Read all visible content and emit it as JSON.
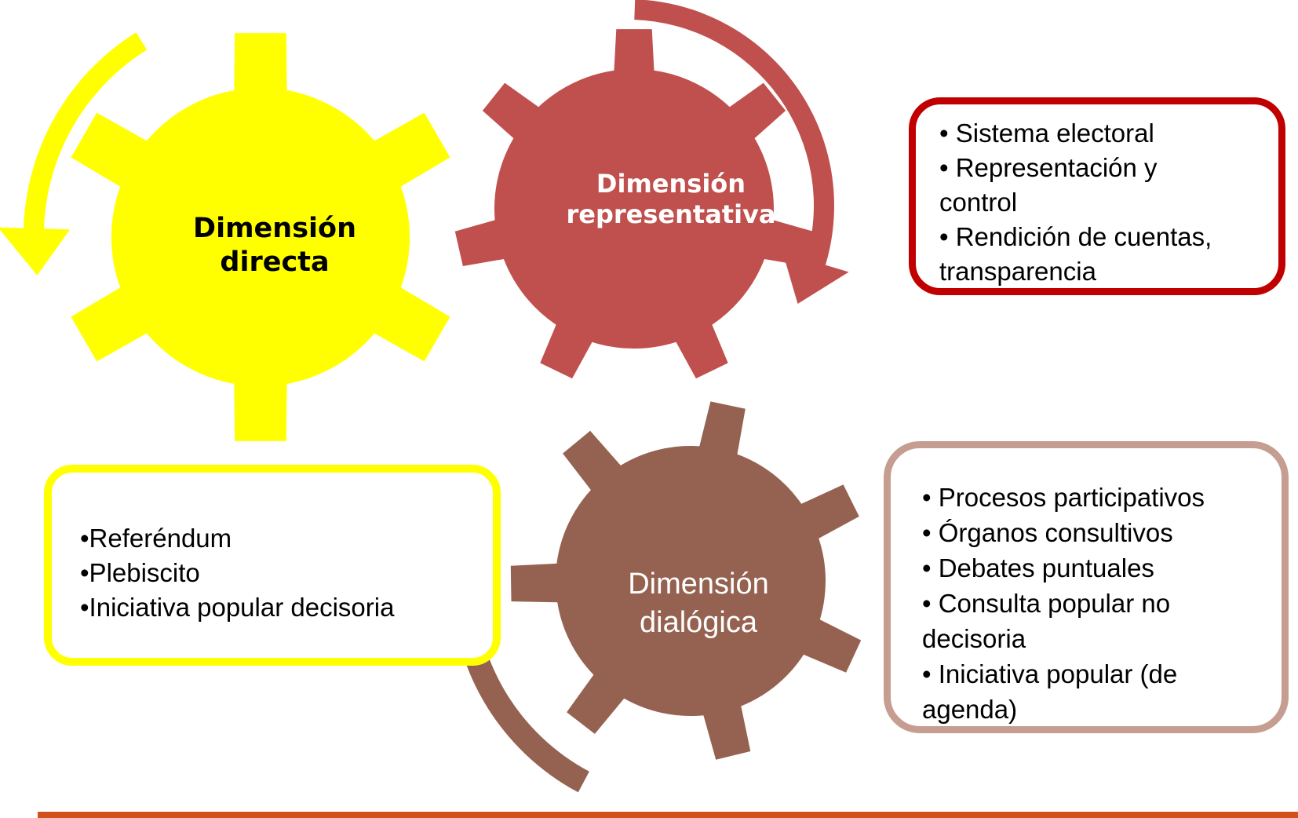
{
  "gears": {
    "directa": {
      "line1": "Dimensión",
      "line2": "directa",
      "color": "#ffff00",
      "text_color": "#000000"
    },
    "representativa": {
      "line1": "Dimensión",
      "line2": "representativa",
      "color": "#c0504d",
      "text_color": "#ffffff"
    },
    "dialogica": {
      "line1": "Dimensión",
      "line2": "dialógica",
      "color": "#956251",
      "text_color": "#ffffff"
    }
  },
  "boxes": {
    "directa": {
      "border_color": "#ffff00",
      "items": [
        "•Referéndum",
        "•Plebiscito",
        "•Iniciativa popular decisoria"
      ]
    },
    "representativa": {
      "border_color": "#c00000",
      "items": [
        "• Sistema electoral",
        "• Representación y",
        "control",
        "• Rendición de cuentas,",
        "transparencia"
      ]
    },
    "dialogica": {
      "border_color": "#c59d91",
      "items": [
        "• Procesos participativos",
        "• Órganos consultivos",
        "• Debates puntuales",
        "• Consulta popular no",
        "decisoria",
        "• Iniciativa popular (de",
        "agenda)"
      ]
    }
  },
  "arrows": {
    "directa": {
      "icon": "curved-arrow-icon",
      "color": "#ffff00"
    },
    "representativa": {
      "icon": "curved-arrow-icon",
      "color": "#c0504d"
    },
    "dialogica": {
      "icon": "curved-arrow-icon",
      "color": "#956251"
    }
  },
  "footer_rule_color": "#d2501a"
}
